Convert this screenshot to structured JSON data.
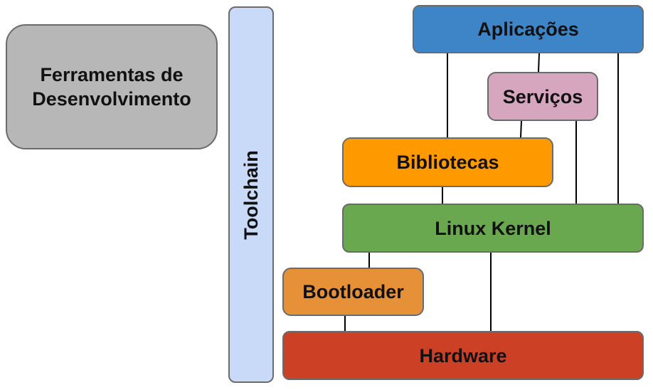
{
  "diagram": {
    "title": "Embedded Linux architecture",
    "components": {
      "ferramentas": {
        "label_line1": "Ferramentas de",
        "label_line2": "Desenvolvimento",
        "color": "#b7b7b7"
      },
      "toolchain": {
        "label": "Toolchain",
        "color": "#c9daf8"
      },
      "aplicacoes": {
        "label": "Aplicações",
        "color": "#3d85c6"
      },
      "servicos": {
        "label": "Serviços",
        "color": "#d5a6bd"
      },
      "bibliotecas": {
        "label": "Bibliotecas",
        "color": "#ff9900"
      },
      "kernel": {
        "label": "Linux Kernel",
        "color": "#6aa84f"
      },
      "bootloader": {
        "label": "Bootloader",
        "color": "#e69138"
      },
      "hardware": {
        "label": "Hardware",
        "color": "#cc4125"
      }
    },
    "connections": [
      [
        "Aplicações",
        "Bibliotecas"
      ],
      [
        "Aplicações",
        "Serviços"
      ],
      [
        "Aplicações",
        "Linux Kernel"
      ],
      [
        "Serviços",
        "Bibliotecas"
      ],
      [
        "Serviços",
        "Linux Kernel"
      ],
      [
        "Bibliotecas",
        "Linux Kernel"
      ],
      [
        "Linux Kernel",
        "Bootloader"
      ],
      [
        "Linux Kernel",
        "Hardware"
      ],
      [
        "Bootloader",
        "Hardware"
      ]
    ]
  }
}
